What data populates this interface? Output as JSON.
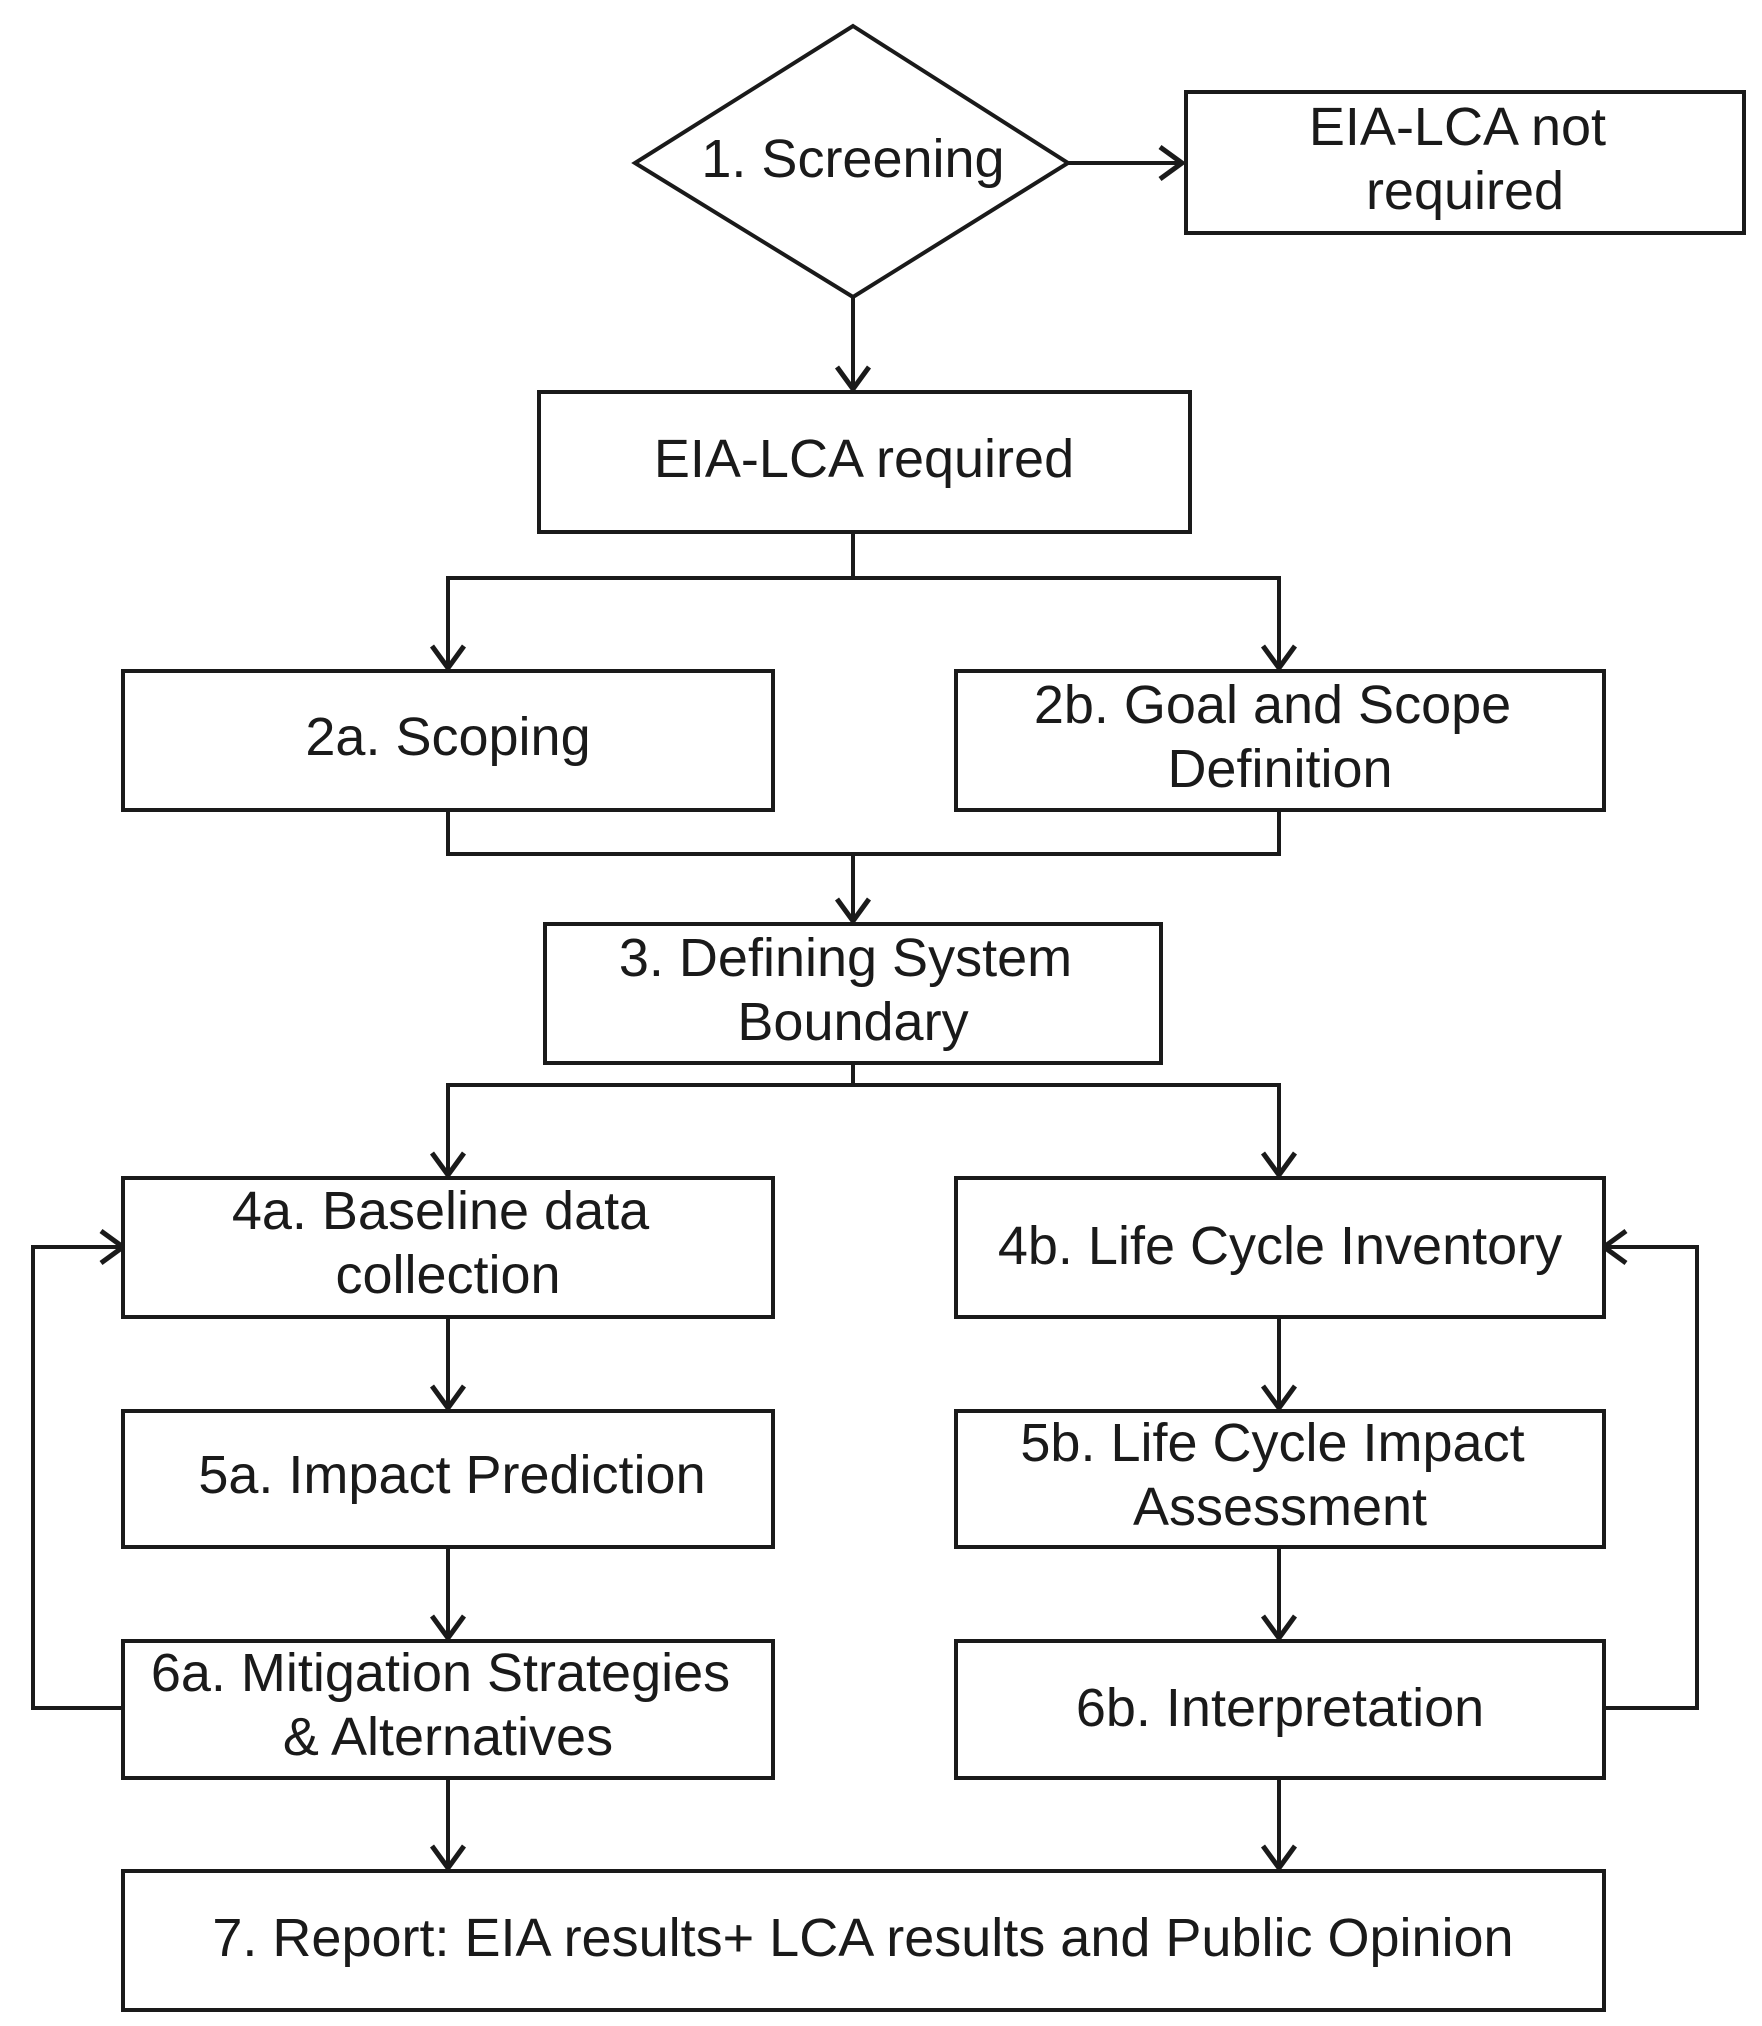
{
  "nodes": {
    "screening": {
      "lines": [
        "1. Screening"
      ]
    },
    "not_required": {
      "lines": [
        "EIA-LCA not",
        "required"
      ]
    },
    "required": {
      "lines": [
        "EIA-LCA required"
      ]
    },
    "scoping": {
      "lines": [
        "2a. Scoping"
      ]
    },
    "goal_scope": {
      "lines": [
        "2b. Goal and Scope",
        "Definition"
      ]
    },
    "system_boundary": {
      "lines": [
        "3. Defining System",
        "Boundary"
      ]
    },
    "baseline": {
      "lines": [
        "4a. Baseline data",
        "collection"
      ]
    },
    "lci": {
      "lines": [
        "4b. Life Cycle Inventory"
      ]
    },
    "impact_prediction": {
      "lines": [
        "5a. Impact Prediction"
      ]
    },
    "lcia": {
      "lines": [
        "5b. Life Cycle Impact",
        "Assessment"
      ]
    },
    "mitigation": {
      "lines": [
        "6a. Mitigation Strategies",
        "& Alternatives"
      ]
    },
    "interpretation": {
      "lines": [
        "6b. Interpretation"
      ]
    },
    "report": {
      "lines": [
        "7. Report: EIA results+ LCA results and Public Opinion"
      ]
    }
  }
}
